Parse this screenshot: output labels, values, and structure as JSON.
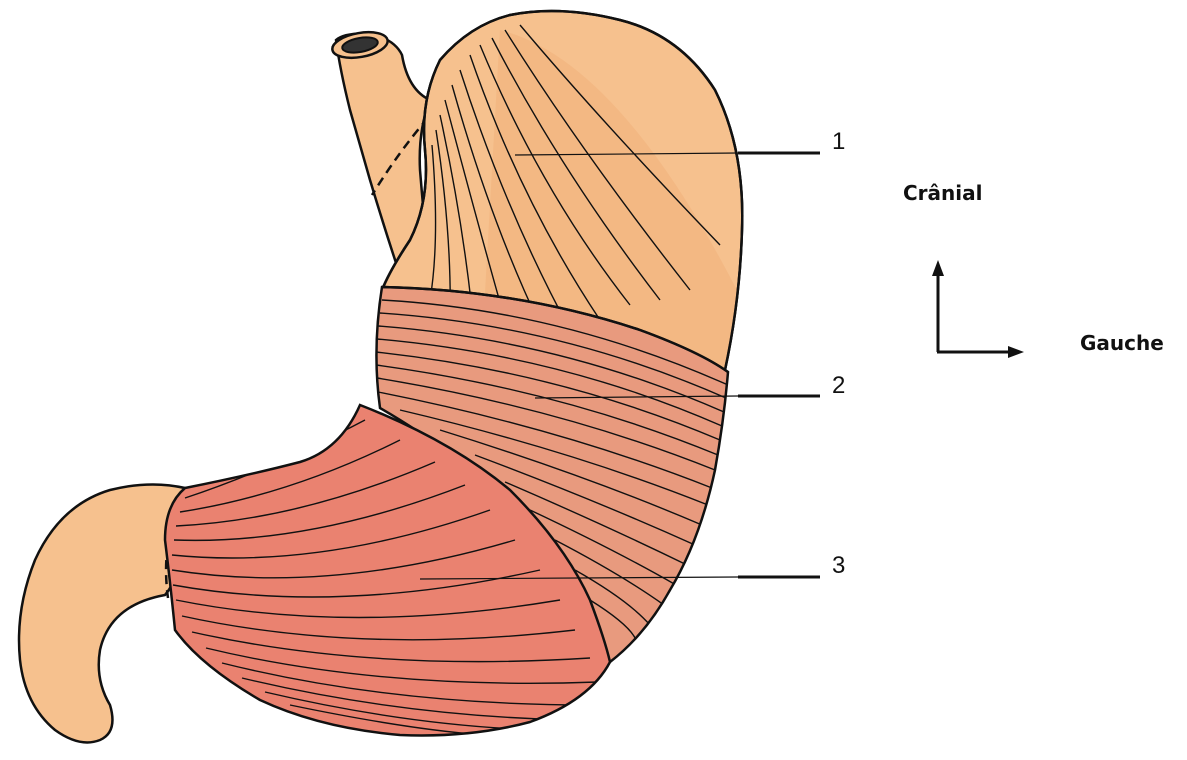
{
  "diagram": {
    "labels": {
      "one": "1",
      "two": "2",
      "three": "3"
    },
    "orientation": {
      "up": "Crânial",
      "right": "Gauche"
    },
    "colors": {
      "outline": "#111111",
      "pale_tissue": "#f6c18e",
      "band_middle": "#e89a7e",
      "band_lower": "#ea8270",
      "fundus_shade": "#f0b07a"
    }
  }
}
